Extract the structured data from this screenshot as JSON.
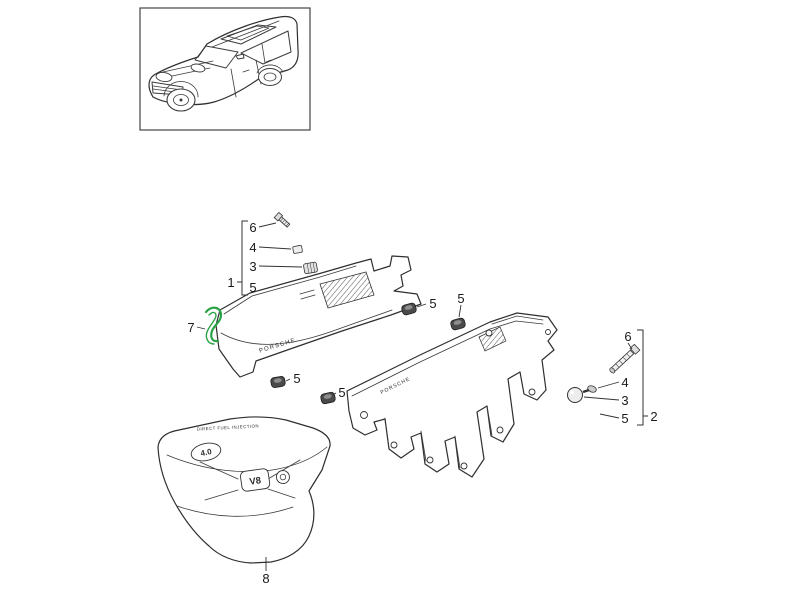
{
  "callouts": {
    "part1": "1",
    "part2": "2",
    "part7": "7",
    "part8": "8",
    "left_stack": {
      "bolt": "6",
      "spacer": "4",
      "nut": "3",
      "grommet": "5"
    },
    "right_stack": {
      "bolt": "6",
      "spacer": "4",
      "nut": "3",
      "grommet": "5"
    },
    "grommets": {
      "a": "5",
      "b": "5",
      "c": "5",
      "d": "5"
    }
  },
  "markings": {
    "cover1_brand": "PORSCHE",
    "cover2_brand": "PORSCHE",
    "cover8_top_text": "DIRECT FUEL INJECTION",
    "cover8_displacement": "4.0",
    "cover8_engine": "V8"
  },
  "colors": {
    "highlight_green": "#2aa246",
    "line": "#2f2f2f"
  }
}
